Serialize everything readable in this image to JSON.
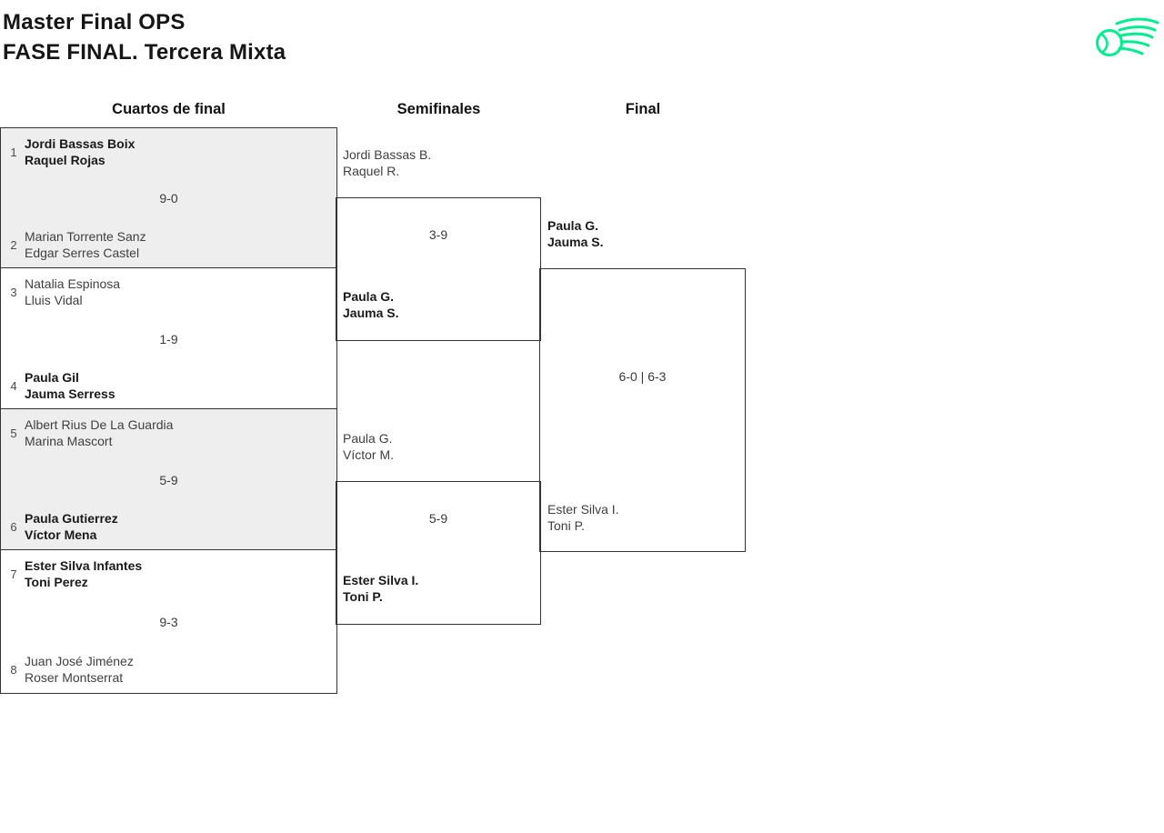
{
  "title": {
    "line1": "Master Final OPS",
    "line2": "FASE FINAL. Tercera Mixta"
  },
  "logo": {
    "icon": "tennis-ball-swoosh-icon",
    "color": "#00ee8e"
  },
  "colors": {
    "accent_green": "#00ee8e",
    "block_gray": "#eeeeee",
    "border_dark": "#333333"
  },
  "rounds": [
    {
      "label": "Cuartos de final"
    },
    {
      "label": "Semifinales"
    },
    {
      "label": "Final"
    }
  ],
  "bracket": {
    "quarterfinals": [
      {
        "shaded": true,
        "seed_top": "1",
        "team_top": {
          "line1": "Jordi Bassas Boix",
          "line2": "Raquel Rojas",
          "winner": true
        },
        "score": "9-0",
        "seed_bottom": "2",
        "team_bottom": {
          "line1": "Marian Torrente Sanz",
          "line2": "Edgar Serres Castel",
          "winner": false
        }
      },
      {
        "shaded": false,
        "seed_top": "3",
        "team_top": {
          "line1": "Natalia Espinosa",
          "line2": "Lluis Vidal",
          "winner": false
        },
        "score": "1-9",
        "seed_bottom": "4",
        "team_bottom": {
          "line1": "Paula Gil",
          "line2": "Jauma Serress",
          "winner": true
        }
      },
      {
        "shaded": true,
        "seed_top": "5",
        "team_top": {
          "line1": "Albert Rius De La Guardia",
          "line2": "Marina Mascort",
          "winner": false
        },
        "score": "5-9",
        "seed_bottom": "6",
        "team_bottom": {
          "line1": "Paula Gutierrez",
          "line2": "Víctor Mena",
          "winner": true
        }
      },
      {
        "shaded": false,
        "seed_top": "7",
        "team_top": {
          "line1": "Ester Silva Infantes",
          "line2": "Toni Perez",
          "winner": true
        },
        "score": "9-3",
        "seed_bottom": "8",
        "team_bottom": {
          "line1": "Juan José Jiménez",
          "line2": "Roser Montserrat",
          "winner": false
        }
      }
    ],
    "semifinals": [
      {
        "team_top": {
          "line1": "Jordi Bassas B.",
          "line2": "Raquel R.",
          "winner": false
        },
        "score": "3-9",
        "team_bottom": {
          "line1": "Paula G.",
          "line2": "Jauma S.",
          "winner": true
        }
      },
      {
        "team_top": {
          "line1": "Paula G.",
          "line2": "Víctor M.",
          "winner": false
        },
        "score": "5-9",
        "team_bottom": {
          "line1": "Ester Silva I.",
          "line2": "Toni P.",
          "winner": true
        }
      }
    ],
    "final": {
      "team_top": {
        "line1": "Paula G.",
        "line2": "Jauma S.",
        "winner": true
      },
      "score": "6-0 | 6-3",
      "team_bottom": {
        "line1": "Ester Silva I.",
        "line2": "Toni P.",
        "winner": false
      }
    }
  }
}
